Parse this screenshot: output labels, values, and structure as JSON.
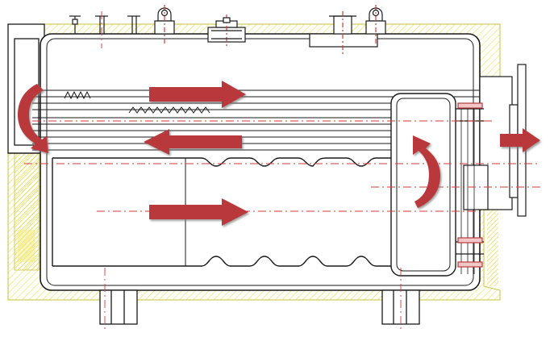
{
  "diagram": {
    "kind": "boiler cross-section",
    "colors": {
      "outline": "#1a1a1a",
      "hatch": "#e8e04a",
      "centerline": "#d23a3a",
      "arrow_fill": "#b9393b",
      "arrow_shadow": "#8a8a8a",
      "background": "#ffffff"
    },
    "flow_arrows": [
      {
        "id": "flow-arrow-upper-right",
        "direction": "right"
      },
      {
        "id": "flow-arrow-middle-left",
        "direction": "left"
      },
      {
        "id": "flow-arrow-lower-right",
        "direction": "right"
      },
      {
        "id": "flow-arrow-exhaust",
        "direction": "right"
      },
      {
        "id": "turn-arrow-rear",
        "direction": "curve-up"
      },
      {
        "id": "turn-arrow-front",
        "direction": "curve-down"
      }
    ],
    "icons": [
      "flow-arrow-icon",
      "curved-flow-arrow-icon",
      "valve-icon",
      "lifting-lug-icon"
    ]
  }
}
